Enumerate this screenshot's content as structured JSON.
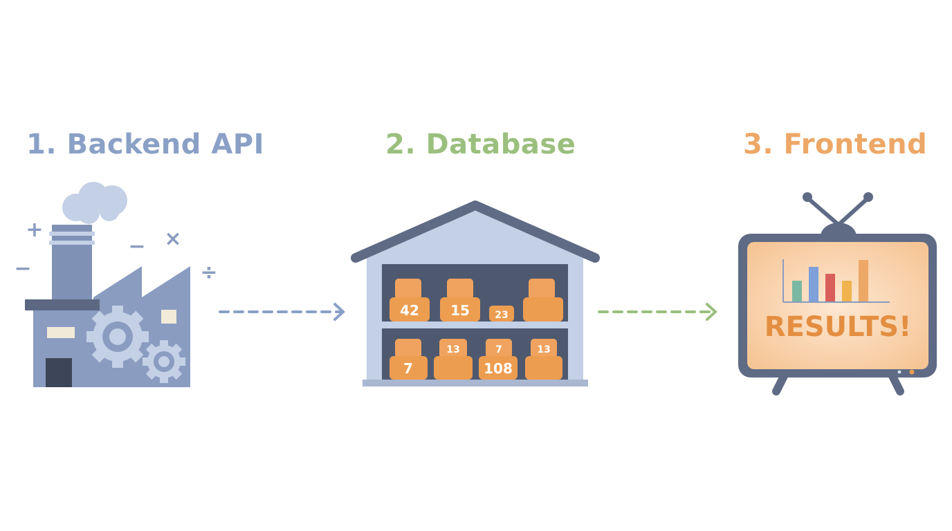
{
  "stages": [
    {
      "title": "1. Backend API",
      "color": "#8aa0c6",
      "icon": "factory-icon"
    },
    {
      "title": "2. Database",
      "color": "#9bbf7d",
      "icon": "warehouse-icon"
    },
    {
      "title": "3. Frontend",
      "color": "#eda766",
      "icon": "tv-icon"
    }
  ],
  "factory": {
    "math_symbols": [
      "+",
      "−",
      "−",
      "×",
      "÷"
    ]
  },
  "database": {
    "boxes_top": [
      "42",
      "15",
      "23"
    ],
    "boxes_bottom": [
      "7",
      "108"
    ],
    "box_tags": [
      "13",
      "7",
      "13"
    ]
  },
  "frontend": {
    "screen_text": "RESULTS!",
    "bar_chart": {
      "bar_values": [
        3,
        5,
        4,
        3,
        6
      ],
      "bar_colors": [
        "#7ab8a3",
        "#7fa0d8",
        "#d9605a",
        "#f0b34f",
        "#eda766"
      ]
    }
  },
  "colors": {
    "slate": "#66748f",
    "steel": "#8a9cc0",
    "light_steel": "#c3d0e6",
    "orange": "#ed9d50",
    "green_arrow": "#9bbf7d",
    "blue_arrow": "#8aa0c6"
  }
}
